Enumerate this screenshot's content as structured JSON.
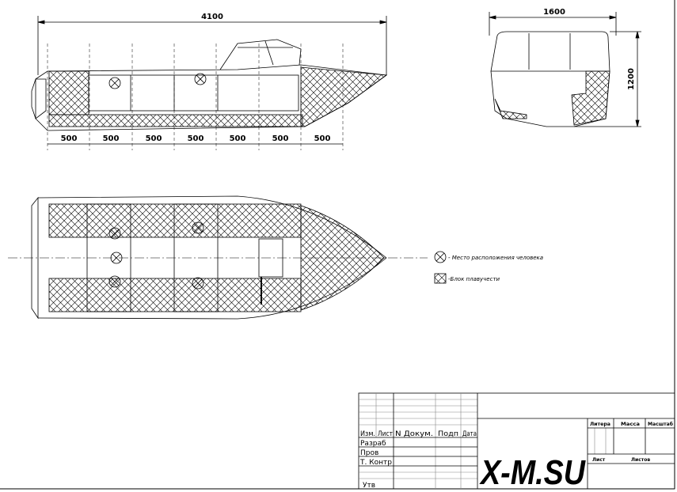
{
  "drawing": {
    "side_view": {
      "overall_length": "4100",
      "segments": [
        "500",
        "500",
        "500",
        "500",
        "500",
        "500",
        "500"
      ]
    },
    "front_view": {
      "width": "1600",
      "height": "1200"
    },
    "legend": [
      {
        "icon": "person-position-icon",
        "label": "- Место расположения человека"
      },
      {
        "icon": "flotation-block-icon",
        "label": "-Блок плавучести"
      }
    ],
    "title_block": {
      "header": [
        "Изм.",
        "Лист",
        "N  Докум.",
        "Подп",
        "Дата"
      ],
      "rows": [
        "Разраб",
        "Пров",
        "Т. Контр",
        "",
        "",
        "Утв"
      ],
      "right_headers": [
        "Литера",
        "Масса",
        "Масштаб"
      ],
      "sheet_labels": [
        "Лист",
        "Листов"
      ]
    },
    "watermark": "X-M.SU",
    "colors": {
      "line": "#000000",
      "grid": "#888888"
    }
  }
}
